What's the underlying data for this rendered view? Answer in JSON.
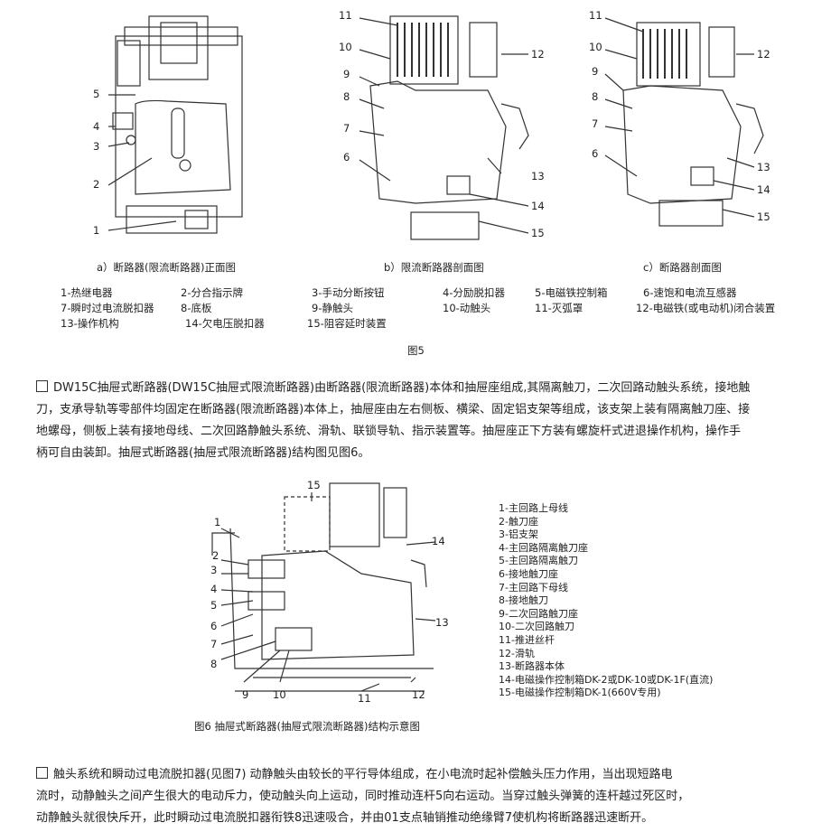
{
  "figure5": {
    "callouts_a": [
      "1",
      "2",
      "3",
      "4",
      "5"
    ],
    "callouts_b": [
      "11",
      "10",
      "9",
      "8",
      "7",
      "6",
      "12",
      "13",
      "14",
      "15"
    ],
    "callouts_c": [
      "11",
      "10",
      "9",
      "8",
      "7",
      "6",
      "12",
      "13",
      "14",
      "15"
    ],
    "captions": [
      "a）断路器(限流断路器)正面图",
      "b）限流断路器剖面图",
      "c）断路器剖面图"
    ],
    "legend": [
      [
        "1-热继电器",
        "2-分合指示牌",
        "3-手动分断按钮",
        "4-分励脱扣器",
        "5-电磁铁控制箱",
        "6-速饱和电流互感器"
      ],
      [
        "7-瞬时过电流脱扣器",
        "8-底板",
        "9-静触头",
        "10-动触头",
        "11-灭弧罩",
        "12-电磁铁(或电动机)闭合装置"
      ],
      [
        "13-操作机构",
        "14-欠电压脱扣器",
        "15-阻容延时装置"
      ]
    ],
    "title": "图5"
  },
  "paragraph1": [
    "DW15C抽屉式断路器(DW15C抽屉式限流断路器)由断路器(限流断路器)本体和抽屉座组成,其隔离触刀，二次回路动触头系统，接地触",
    "刀，支承导轨等零部件均固定在断路器(限流断路器)本体上，抽屉座由左右侧板、横梁、固定铝支架等组成，该支架上装有隔离触刀座、接",
    "地螺母，侧板上装有接地母线、二次回路静触头系统、滑轨、联锁导轨、指示装置等。抽屉座正下方装有螺旋杆式进退操作机构，操作手",
    "柄可自由装卸。抽屉式断路器(抽屉式限流断路器)结构图见图6。"
  ],
  "figure6": {
    "callouts": [
      "15",
      "14",
      "1",
      "2",
      "3",
      "4",
      "5",
      "6",
      "7",
      "8",
      "13",
      "9",
      "10",
      "11",
      "12"
    ],
    "legend": [
      "1-主回路上母线",
      "2-触刀座",
      "3-铝支架",
      "4-主回路隔离触刀座",
      "5-主回路隔离触刀",
      "6-接地触刀座",
      "7-主回路下母线",
      "8-接地触刀",
      "9-二次回路触刀座",
      "10-二次回路触刀",
      "11-推进丝杆",
      "12-滑轨",
      "13-断路器本体",
      "14-电磁操作控制箱DK-2或DK-10或DK-1F(直流)",
      "15-电磁操作控制箱DK-1(660V专用)"
    ],
    "caption": "图6  抽屉式断路器(抽屉式限流断路器)结构示意图"
  },
  "paragraph2": [
    "触头系统和瞬动过电流脱扣器(见图7)      动静触头由较长的平行导体组成，在小电流时起补偿触头压力作用，当出现短路电",
    "流时，动静触头之间产生很大的电动斥力，使动触头向上运动，同时推动连杆5向右运动。当穿过触头弹簧的连杆越过死区时，",
    "动静触头就很快斥开，此时瞬动过电流脱扣器衔铁8迅速吸合，并由01支点轴销推动绝缘臂7使机构将断路器迅速断开。"
  ]
}
